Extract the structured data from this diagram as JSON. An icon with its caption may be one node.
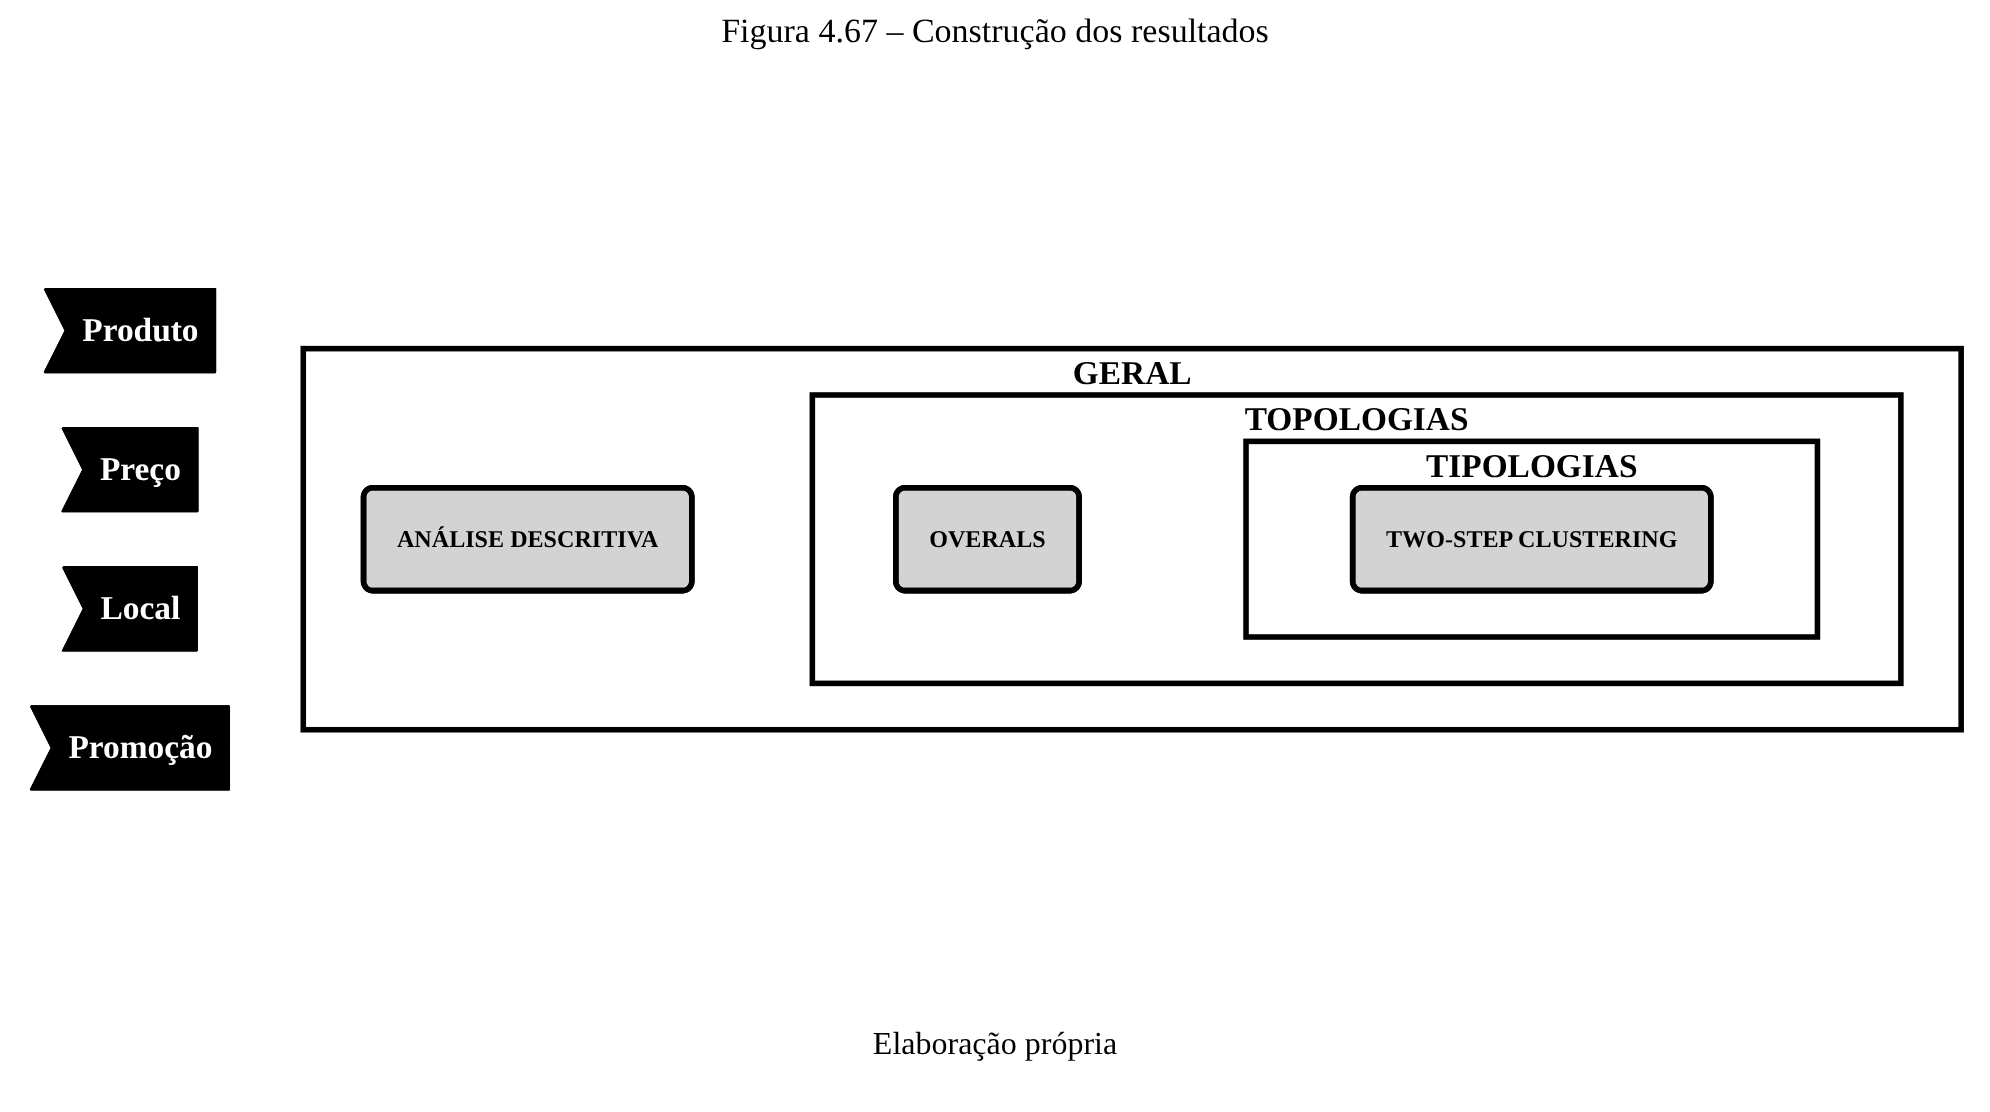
{
  "diagram": {
    "title": "Figura 4.67 – Construção dos resultados",
    "caption": "Elaboração própria",
    "nodes": [
      {
        "text": [
          "Produto"
        ]
      },
      {
        "text": [
          "Preço"
        ]
      },
      {
        "text": [
          "Local"
        ]
      },
      {
        "text": [
          "Promoção"
        ]
      },
      {
        "text": [
          "GERAL"
        ]
      },
      {
        "text": [
          "ANÁLISE DESCRITIVA"
        ],
        "in": 4
      },
      {
        "text": [
          "TOPOLOGIAS"
        ],
        "in": 4
      },
      {
        "text": [
          "OVERALS"
        ],
        "in": 6
      },
      {
        "text": [
          "TIPOLOGIAS"
        ],
        "in": 6
      },
      {
        "text": [
          "TWO-STEP CLUSTERING"
        ],
        "in": 8
      }
    ],
    "edges": []
  }
}
